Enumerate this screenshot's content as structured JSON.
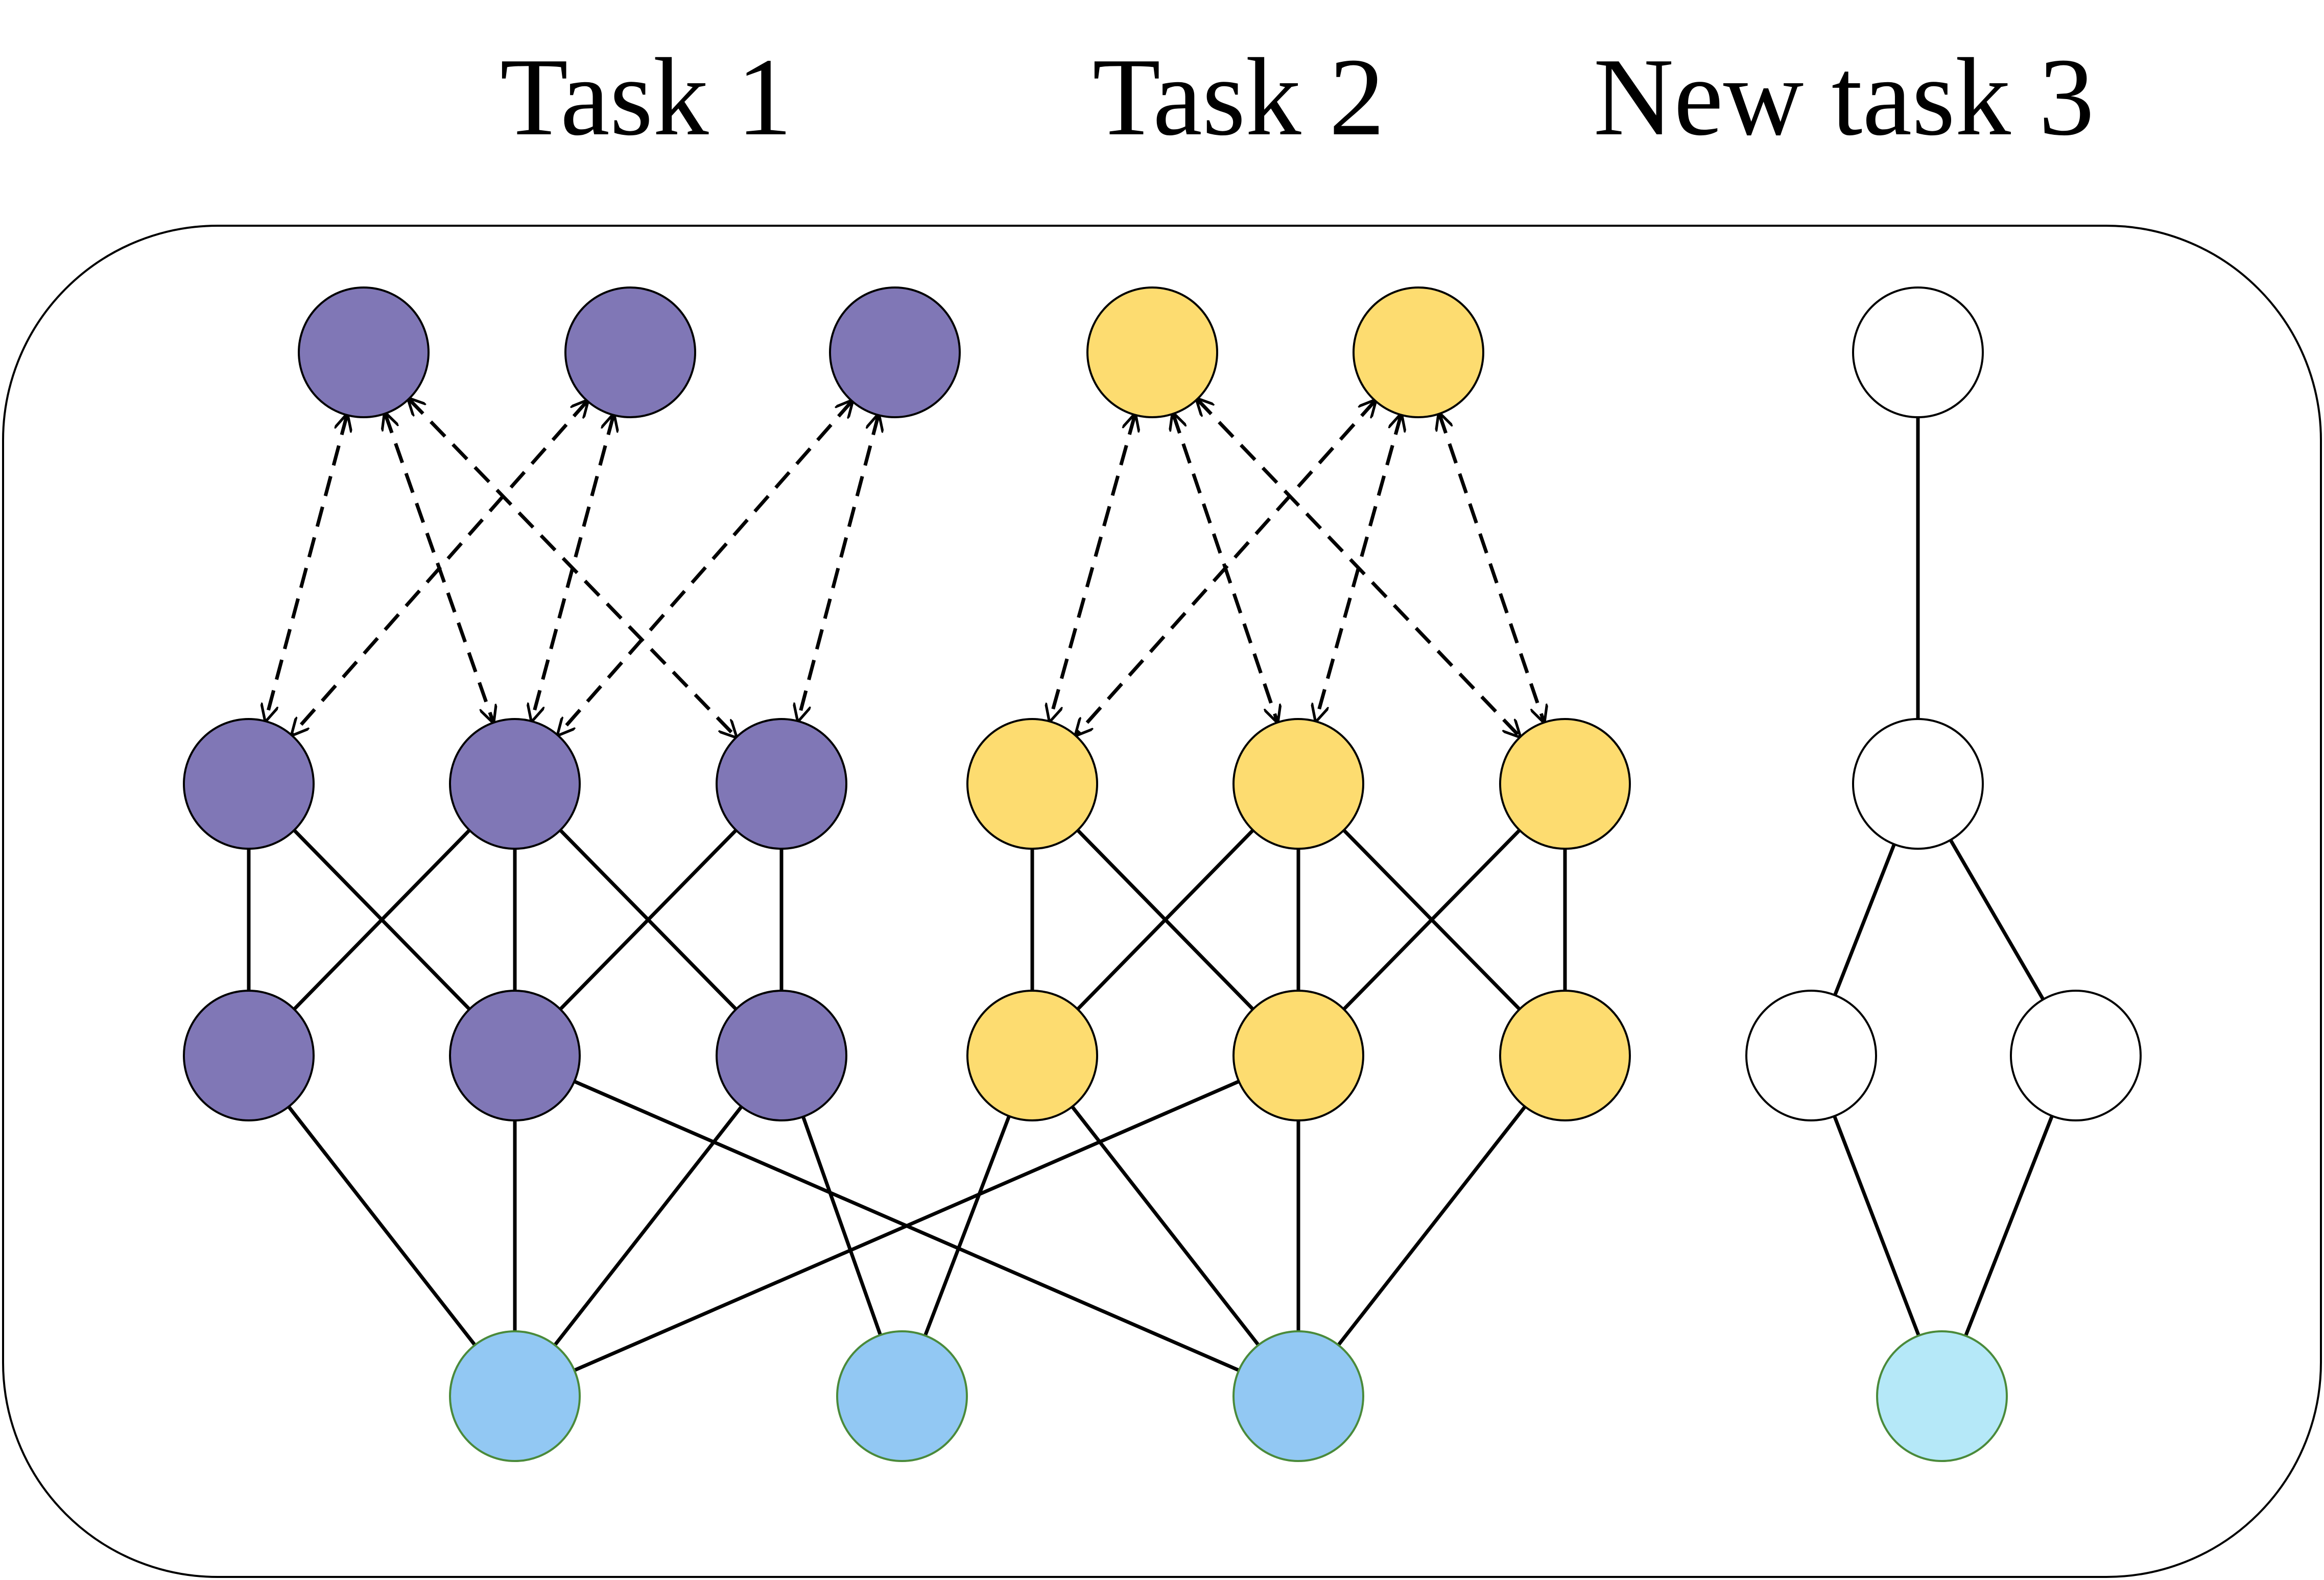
{
  "labels": {
    "task1": "Task 1",
    "task2": "Task 2",
    "task3": "New task 3"
  },
  "colors": {
    "task1_node": "#8077b6",
    "task2_node": "#fddc70",
    "task3_node": "#ffffff",
    "shared_input": "#92c8f3",
    "task3_input": "#b5e8f8"
  },
  "layers": [
    "output",
    "hidden-upper",
    "hidden-lower",
    "input"
  ],
  "connection_styles": {
    "output_to_hidden": "dashed-arrow",
    "hidden_to_hidden": "solid",
    "hidden_to_input": "solid"
  }
}
